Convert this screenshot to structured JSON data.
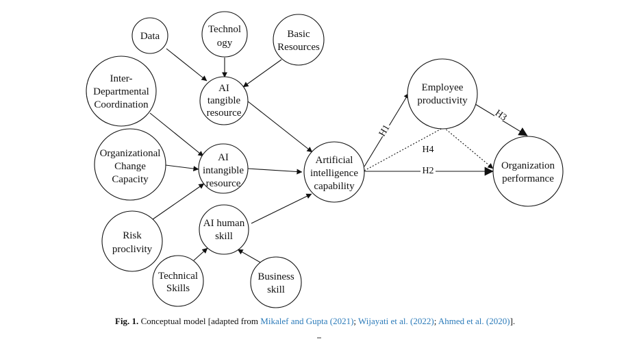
{
  "nodes": {
    "data": [
      "Data"
    ],
    "technology": [
      "Technol",
      "ogy"
    ],
    "basic_resources": [
      "Basic",
      "Resources"
    ],
    "inter_departmental": [
      "Inter-",
      "Departmental",
      "Coordination"
    ],
    "ai_tangible": [
      "AI",
      "tangible",
      "resource"
    ],
    "org_change": [
      "Organizational",
      "Change",
      "Capacity"
    ],
    "ai_intangible": [
      "AI",
      "intangible",
      "resource"
    ],
    "risk": [
      "Risk",
      "proclivity"
    ],
    "ai_human": [
      "AI human",
      "skill"
    ],
    "technical_skills": [
      "Technical",
      "Skills"
    ],
    "business_skill": [
      "Business",
      "skill"
    ],
    "ai_capability": [
      "Artificial",
      "intelligence",
      "capability"
    ],
    "employee_productivity": [
      "Employee",
      "productivity"
    ],
    "org_performance": [
      "Organization",
      "performance"
    ]
  },
  "hypotheses": {
    "h1": "H1",
    "h2": "H2",
    "h3": "H3",
    "h4": "H4"
  },
  "caption": {
    "fig_label": "Fig. 1.",
    "text_before": "Conceptual model [adapted from ",
    "ref1": "Mikalef and Gupta (2021)",
    "sep1": "; ",
    "ref2": "Wijayati et al. (2022)",
    "sep2": "; ",
    "ref3": "Ahmed et al. (2020)",
    "text_after": "]."
  },
  "colors": {
    "stroke": "#111111",
    "link": "#2a7ab9"
  }
}
